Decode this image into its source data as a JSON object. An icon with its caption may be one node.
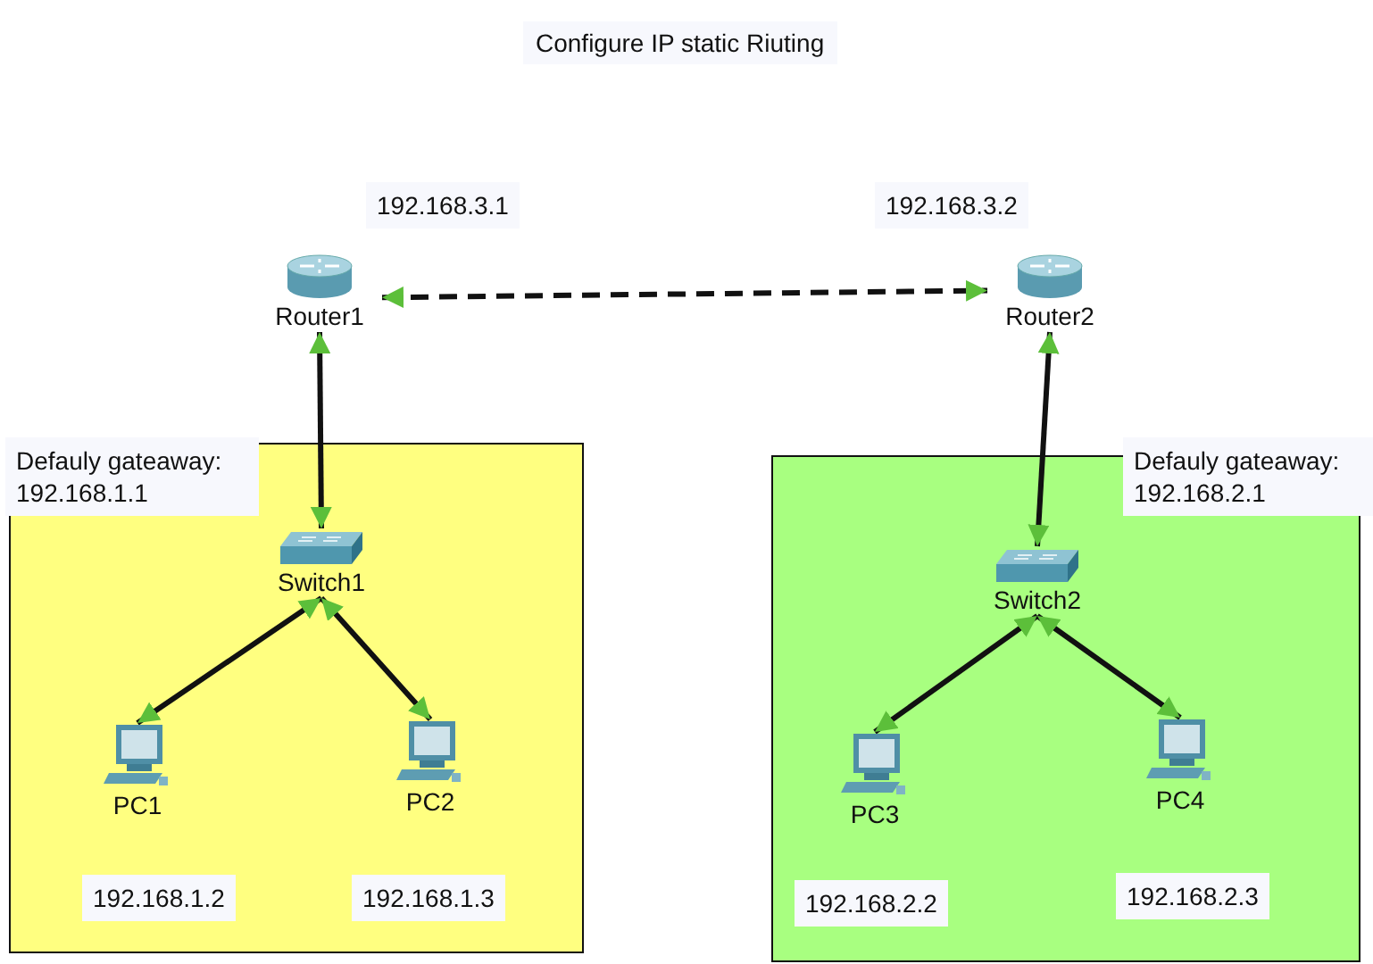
{
  "diagram": {
    "title": "Configure IP static Riuting",
    "nodes": [
      {
        "text": [],
        "shape": "box"
      },
      {
        "text": [],
        "shape": "box"
      },
      {
        "text": [
          "Router1"
        ]
      },
      {
        "text": [
          "Router2"
        ]
      },
      {
        "text": [
          "Switch1"
        ],
        "in": 0
      },
      {
        "text": [
          "Switch2"
        ],
        "in": 1
      },
      {
        "text": [
          "PC1"
        ],
        "in": 0,
        "beside": [
          "192.168.1.2"
        ]
      },
      {
        "text": [
          "PC2"
        ],
        "in": 0,
        "beside": [
          "192.168.1.3"
        ]
      },
      {
        "text": [
          "PC3"
        ],
        "in": 1,
        "beside": [
          "192.168.2.2"
        ]
      },
      {
        "text": [
          "PC4"
        ],
        "in": 1,
        "beside": [
          "192.168.2.3"
        ]
      }
    ],
    "edges": [
      {
        "from": 2,
        "to": 3,
        "arrow": "both",
        "style": "dashed"
      },
      {
        "from": 2,
        "to": 4,
        "arrow": "both"
      },
      {
        "from": 3,
        "to": 5,
        "arrow": "both"
      },
      {
        "from": 4,
        "to": 6,
        "arrow": "both"
      },
      {
        "from": 4,
        "to": 7,
        "arrow": "both"
      },
      {
        "from": 5,
        "to": 8,
        "arrow": "both"
      },
      {
        "from": 5,
        "to": 9,
        "arrow": "both"
      }
    ],
    "labels": [
      "192.168.3.1",
      "192.168.3.2",
      "Defauly gateaway: 192.168.1.1",
      "Defauly gateaway: 192.168.2.1"
    ]
  }
}
